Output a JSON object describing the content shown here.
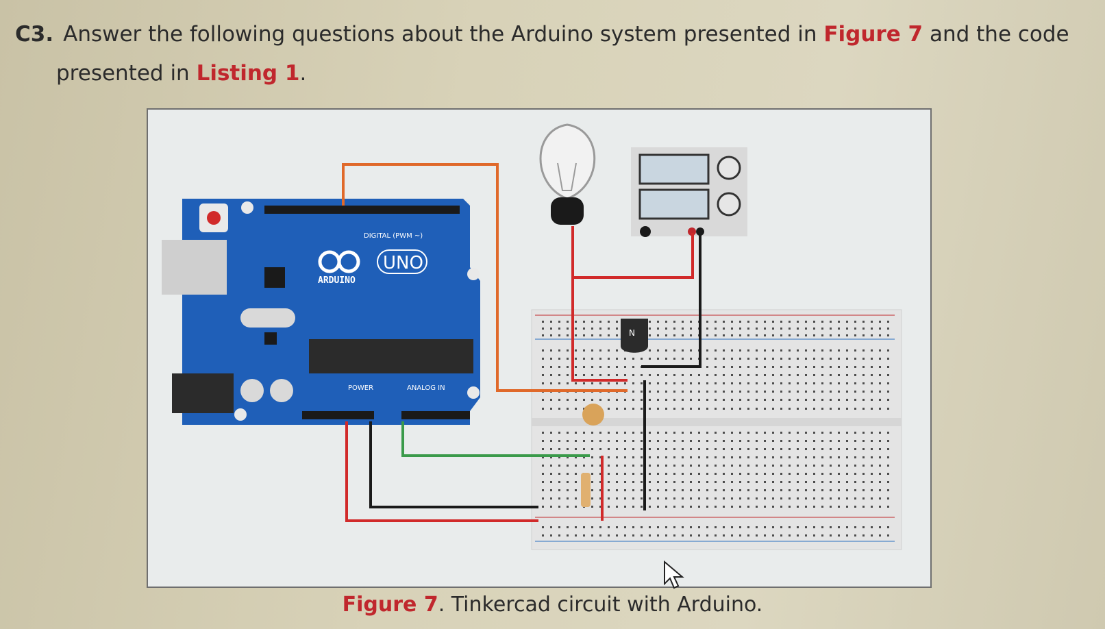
{
  "question": {
    "number": "C3.",
    "text_part1": "Answer the following questions about the Arduino system presented in",
    "figure_ref": "Figure 7",
    "text_part2": "and the code",
    "text_part3": "presented in",
    "listing_ref": "Listing 1",
    "text_end": "."
  },
  "figure": {
    "board_logo_text": "ARDUINO",
    "board_model": "UNO",
    "digital_label": "DIGITAL (PWM ~)",
    "power_label": "POWER",
    "analog_label": "ANALOG IN",
    "transistor_label": "N"
  },
  "caption": {
    "label": "Figure 7",
    "text": ". Tinkercad circuit with Arduino."
  },
  "colors": {
    "accent_red": "#c0272d",
    "board_blue": "#1f5fb8"
  }
}
